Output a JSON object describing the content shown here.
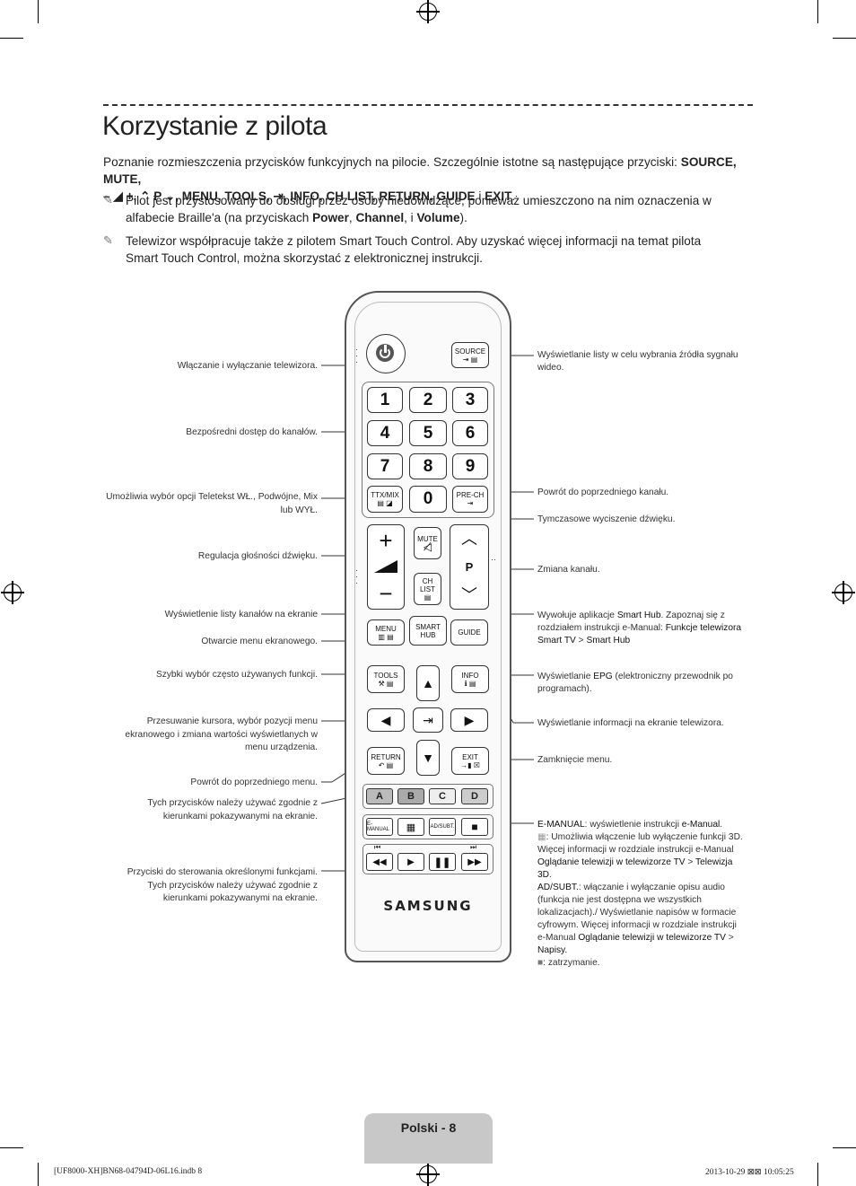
{
  "title": "Korzystanie z pilota",
  "intro": {
    "text_a": "Poznanie rozmieszczenia przycisków funkcyjnych na pilocie. Szczególnie istotne są następujące przyciski: ",
    "keys_a": "SOURCE, MUTE,",
    "keys_b": "–  ◢  +, ⌃ P ⌄, MENU, TOOLS, ⇥, INFO, CH LIST, RETURN, GUIDE",
    "and": " i ",
    "keys_c": "EXIT",
    "end": "."
  },
  "notes": [
    {
      "icon": "✎",
      "text_a": "Pilot jest przystosowany do obsługi przez osoby niedowidzące, ponieważ umieszczono na nim oznaczenia w alfabecie Braille'a (na przyciskach ",
      "b1": "Power",
      "c1": ", ",
      "b2": "Channel",
      "c2": ", i ",
      "b3": "Volume",
      "end": ")."
    },
    {
      "icon": "✎",
      "text": "Telewizor współpracuje także z pilotem Smart Touch Control. Aby uzyskać więcej informacji na temat pilota Smart Touch Control, można skorzystać z elektronicznej instrukcji."
    }
  ],
  "labels_left": {
    "power": "Włączanie i wyłączanie telewizora.",
    "numbers": "Bezpośredni dostęp do kanałów.",
    "ttx": "Umożliwia wybór opcji Teletekst WŁ., Podwójne, Mix lub WYŁ.",
    "volume": "Regulacja głośności dźwięku.",
    "chlist": "Wyświetlenie listy kanałów na ekranie",
    "menu": "Otwarcie menu ekranowego.",
    "tools": "Szybki wybór często używanych funkcji.",
    "cursor": "Przesuwanie kursora, wybór pozycji menu ekranowego i zmiana wartości wyświetlanych w menu urządzenia.",
    "return": "Powrót do poprzedniego menu.",
    "color": "Tych przycisków należy używać zgodnie z kierunkami pokazywanymi na ekranie.",
    "playback": "Przyciski do sterowania określonymi funkcjami. Tych przycisków należy używać zgodnie z kierunkami pokazywanymi na ekranie."
  },
  "labels_right": {
    "source": "Wyświetlanie listy w celu wybrania źródła sygnału wideo.",
    "prech": "Powrót do poprzedniego kanału.",
    "mute": "Tymczasowe wyciszenie dźwięku.",
    "channel": "Zmiana kanału.",
    "smarthub": {
      "a": "Wywołuje aplikacje ",
      "b1": "Smart Hub",
      "c": ". Zapoznaj się z rozdziałem instrukcji e-Manual: ",
      "b2": "Funkcje telewizora Smart TV",
      "gt": " > ",
      "b3": "Smart Hub"
    },
    "guide": {
      "a": "Wyświetlanie ",
      "b": "EPG",
      "c": " (elektroniczny przewodnik po programach)."
    },
    "info": "Wyświetlanie informacji na ekranie telewizora.",
    "exit": "Zamknięcie menu.",
    "emanual": {
      "b1": "E-MANUAL",
      "a1": ": wyświetlenie instrukcji ",
      "b2": "e-Manual",
      "a2": ".",
      "icon3d": "▦",
      "a3": ": Umożliwia włączenie lub wyłączenie funkcji 3D. Więcej informacji w rozdziale instrukcji e-Manual ",
      "b3": "Oglądanie telewizji w telewizorze TV",
      "gt": " > ",
      "b4": "Telewizja 3D",
      "a4": ".",
      "b5": "AD/SUBT.",
      "a5": ": włączanie i wyłączanie opisu audio (funkcja nie jest dostępna we wszystkich lokalizacjach)./ Wyświetlanie napisów w formacie cyfrowym. Więcej informacji w rozdziale instrukcji e-Manual ",
      "b6": "Oglądanie telewizji w telewizorze TV",
      "gt2": " > ",
      "b7": "Napisy",
      "a7": ".",
      "stop_icon": "■",
      "a8": ": zatrzymanie."
    }
  },
  "remote": {
    "source": "SOURCE",
    "numbers": [
      "1",
      "2",
      "3",
      "4",
      "5",
      "6",
      "7",
      "8",
      "9"
    ],
    "zero": "0",
    "ttx": "TTX/MIX",
    "prech": "PRE-CH",
    "mute": "MUTE",
    "chlist": "CH LIST",
    "p": "P",
    "menu": "MENU",
    "smarthub": "SMART HUB",
    "guide": "GUIDE",
    "tools": "TOOLS",
    "info": "INFO",
    "return": "RETURN",
    "exit": "EXIT",
    "colors": [
      "A",
      "B",
      "C",
      "D"
    ],
    "emanual": "E-MANUAL",
    "adsubt": "AD/SUBT.",
    "brand": "SAMSUNG"
  },
  "footer": {
    "page": "Polski - 8",
    "file": "[UF8000-XH]BN68-04794D-06L16.indb   8",
    "date": "2013-10-29   ⊠⊠ 10:05:25"
  }
}
